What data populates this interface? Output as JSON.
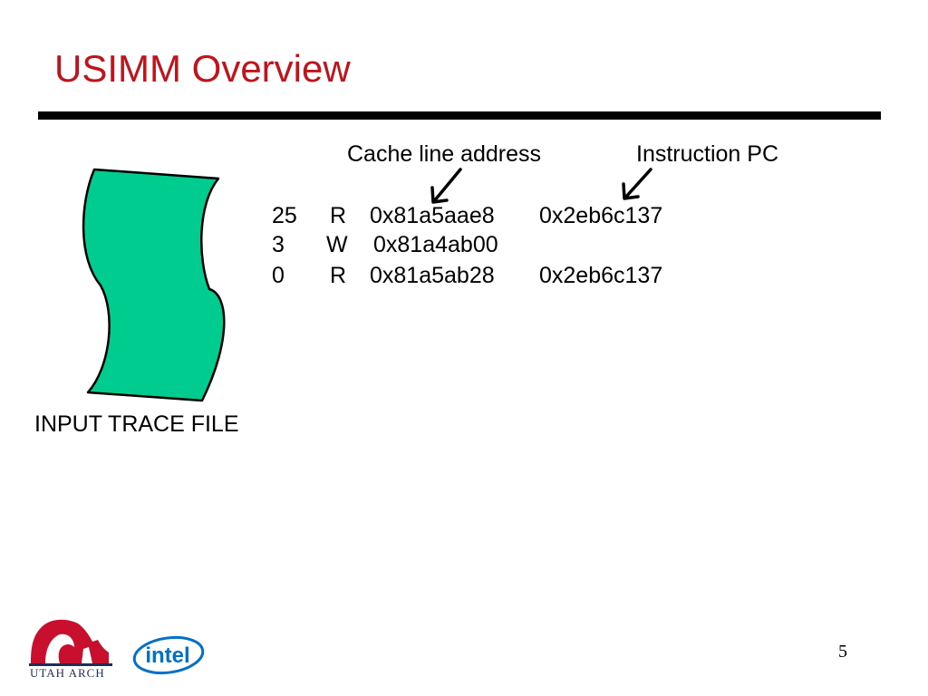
{
  "slide": {
    "title": "USIMM Overview",
    "page_number": "5"
  },
  "labels": {
    "cache_line_address": "Cache line address",
    "instruction_pc": "Instruction PC",
    "trace_caption": "INPUT TRACE FILE"
  },
  "trace": {
    "rows": [
      {
        "delay": "25",
        "type": "R",
        "address": "0x81a5aae8",
        "pc": "0x2eb6c137"
      },
      {
        "delay": "3",
        "type": "W",
        "address": "0x81a4ab00",
        "pc": ""
      },
      {
        "delay": "0",
        "type": "R",
        "address": "0x81a5ab28",
        "pc": "0x2eb6c137"
      }
    ]
  },
  "logos": {
    "utah_arch": "UTAH ARCH",
    "intel": "intel"
  },
  "colors": {
    "title": "#c0141c",
    "tape_fill": "#00cc8f",
    "tape_stroke": "#000000",
    "utah_red": "#c8102e",
    "intel_blue": "#0071c5"
  },
  "icons": {
    "tape": "punched-tape-file-icon",
    "arrow": "down-left-arrow-icon"
  }
}
